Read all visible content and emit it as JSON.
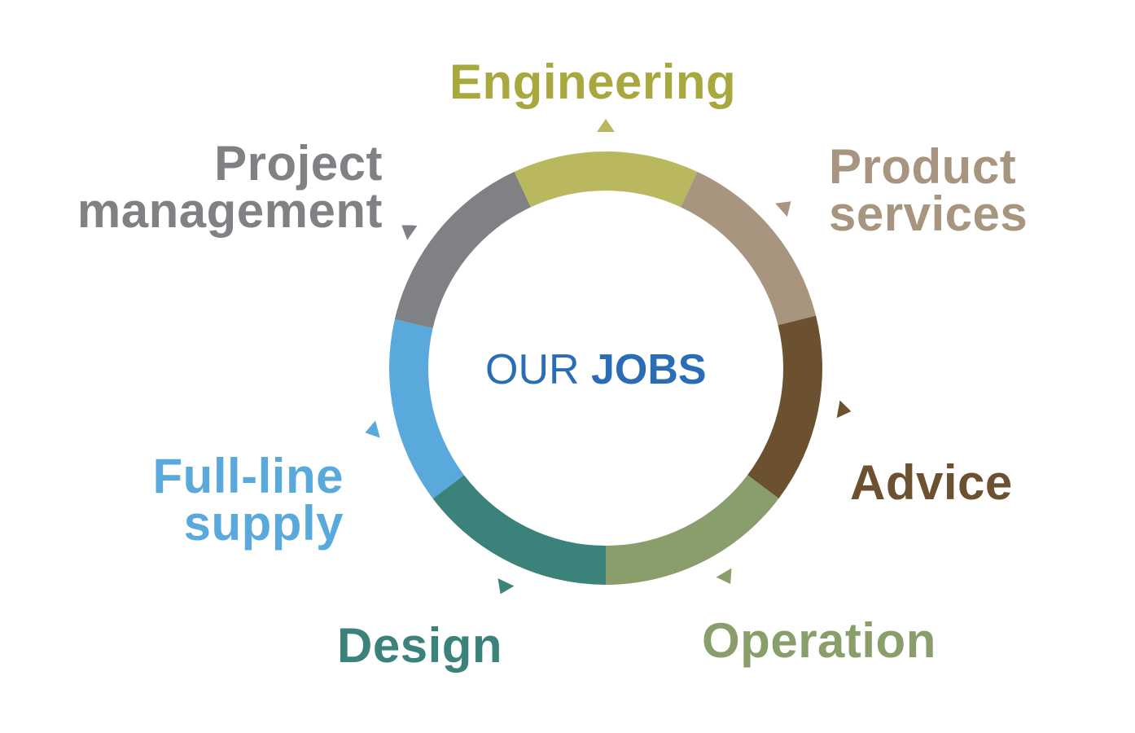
{
  "center": {
    "light_text": "OUR",
    "bold_text": "JOBS",
    "color": "#2a6db5"
  },
  "segments": [
    {
      "lines": [
        "Engineering"
      ],
      "color": "#bab85e",
      "arrow_color": "#bab85e",
      "start": -25,
      "end": 25
    },
    {
      "lines": [
        "Product",
        "services"
      ],
      "color": "#a89580",
      "arrow_color": "#a89580",
      "start": 25,
      "end": 76
    },
    {
      "lines": [
        "Advice"
      ],
      "color": "#6b5130",
      "arrow_color": "#6b5130",
      "start": 76,
      "end": 127
    },
    {
      "lines": [
        "Operation"
      ],
      "color": "#8a9e6c",
      "arrow_color": "#8a9e6c",
      "start": 127,
      "end": 180
    },
    {
      "lines": [
        "Design"
      ],
      "color": "#3b827b",
      "arrow_color": "#3b827b",
      "start": 180,
      "end": 233
    },
    {
      "lines": [
        "Full-line",
        "supply"
      ],
      "color": "#5aa9dc",
      "arrow_color": "#5aa9dc",
      "start": 233,
      "end": 283
    },
    {
      "lines": [
        "Project",
        "management"
      ],
      "color": "#808185",
      "arrow_color": "#808185",
      "start": 283,
      "end": 335
    }
  ],
  "label_colors": {
    "engineering": "#a9a83f",
    "product": "#a89580",
    "advice": "#6b5130",
    "operation": "#8a9e6c",
    "design": "#3b827b",
    "fullline": "#5aa9dc",
    "project": "#808185"
  }
}
